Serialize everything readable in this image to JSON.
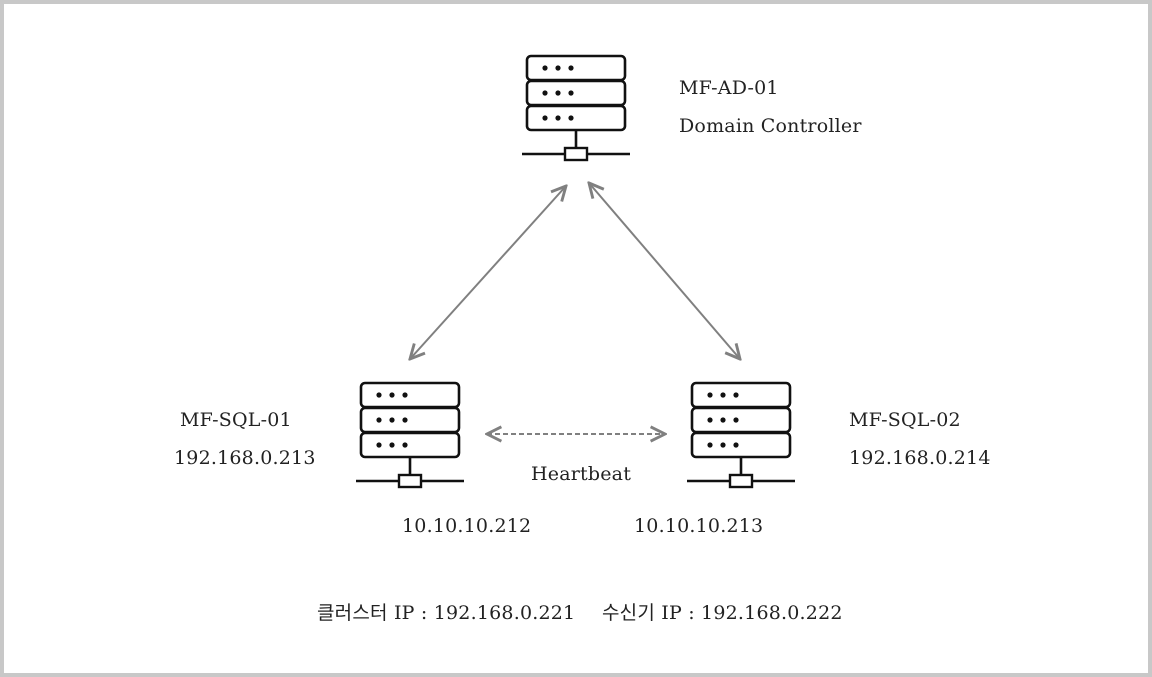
{
  "nodes": {
    "ad": {
      "hostname": "MF-AD-01",
      "role": "Domain Controller"
    },
    "sql1": {
      "hostname": "MF-SQL-01",
      "public_ip": "192.168.0.213",
      "heartbeat_ip": "10.10.10.212"
    },
    "sql2": {
      "hostname": "MF-SQL-02",
      "public_ip": "192.168.0.214",
      "heartbeat_ip": "10.10.10.213"
    }
  },
  "links": {
    "heartbeat_label": "Heartbeat"
  },
  "footer": {
    "cluster_ip": "클러스터 IP : 192.168.0.221",
    "listener_ip": "수신기 IP : 192.168.0.222"
  },
  "colors": {
    "icon_stroke": "#111111",
    "arrow": "#808080",
    "border": "#c8c8c8"
  },
  "icons": [
    "server-icon",
    "server-icon",
    "server-icon"
  ]
}
